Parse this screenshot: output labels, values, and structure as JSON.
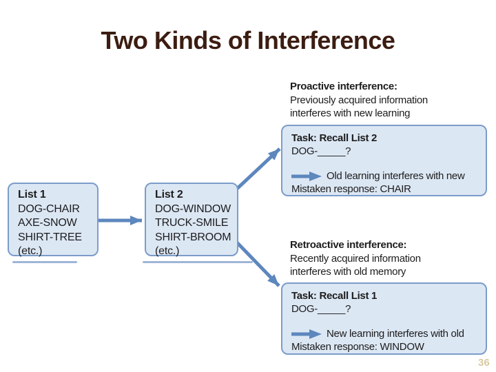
{
  "slide": {
    "title": "Two Kinds of Interference",
    "page_number": "36"
  },
  "colors": {
    "title_text": "#3c1d12",
    "body_text": "#1c1c1c",
    "box_fill": "#dce7f4",
    "box_border": "#7b9cc9",
    "arrow": "#5d87bd",
    "page_number": "#d9cba0"
  },
  "icons": {
    "task_note_arrow": "right-arrow-icon"
  },
  "proactive": {
    "heading": "Proactive interference:",
    "line1": "Previously acquired information",
    "line2": "interferes with new learning",
    "task": {
      "title": "Task: Recall List 2",
      "prompt": "DOG-_____?",
      "note": "Old learning interferes with new",
      "mistake": "Mistaken response: CHAIR"
    }
  },
  "retroactive": {
    "heading": "Retroactive interference:",
    "line1": "Recently acquired information",
    "line2": "interferes with old memory",
    "task": {
      "title": "Task: Recall List 1",
      "prompt": "DOG-_____?",
      "note": "New learning interferes with old",
      "mistake": "Mistaken response: WINDOW"
    }
  },
  "list1": {
    "title": "List 1",
    "items": [
      "DOG-CHAIR",
      "AXE-SNOW",
      "SHIRT-TREE",
      "(etc.)"
    ]
  },
  "list2": {
    "title": "List 2",
    "items": [
      "DOG-WINDOW",
      "TRUCK-SMILE",
      "SHIRT-BROOM",
      "(etc.)"
    ]
  }
}
